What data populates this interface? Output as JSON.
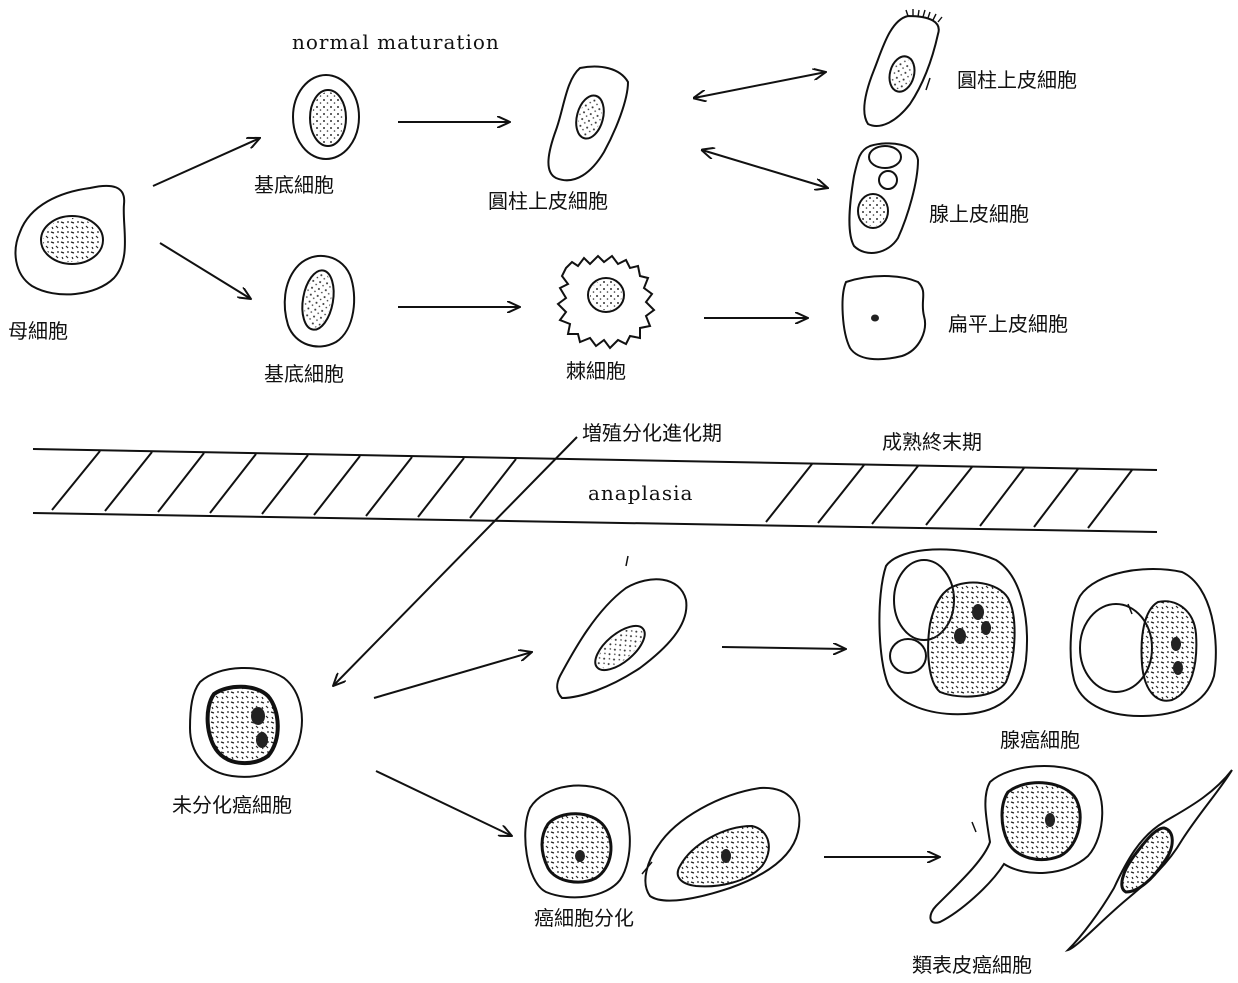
{
  "header": {
    "normal": "normal maturation",
    "anaplasia": "anaplasia"
  },
  "phases": {
    "proliferation": "増殖分化進化期",
    "terminal": "成熟終末期"
  },
  "labels": {
    "mother": "母細胞",
    "basal_top": "基底細胞",
    "basal_bottom": "基底細胞",
    "columnar_mid": "圓柱上皮細胞",
    "columnar_right": "圓柱上皮細胞",
    "glandular": "腺上皮細胞",
    "prickle": "棘細胞",
    "squamous": "扁平上皮細胞",
    "undiff": "未分化癌細胞",
    "adeno": "腺癌細胞",
    "diff": "癌細胞分化",
    "squamoid": "類表皮癌細胞"
  },
  "colors": {
    "ink": "#111111",
    "paper": "#ffffff"
  }
}
